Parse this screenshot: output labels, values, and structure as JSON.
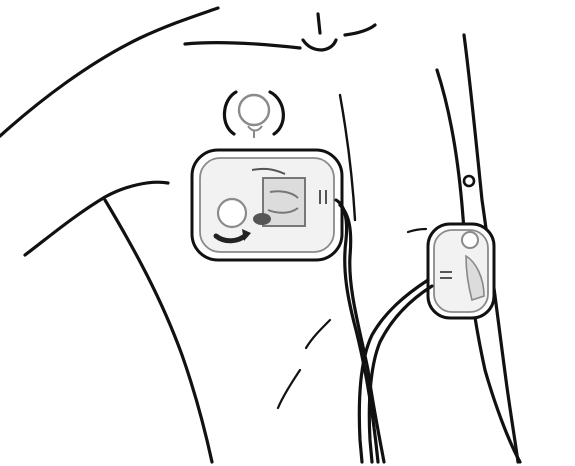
{
  "illustration": {
    "subject": "aed-electrode-pad-placement",
    "colors": {
      "background": "#ffffff",
      "ink": "#111111",
      "pad_fill": "#e6e6e6",
      "pad_border": "#7a7a7a",
      "pad_icon": "#9a9a9a",
      "icon_dark": "#333333",
      "cable": "#111111"
    },
    "elements": [
      "torso-outline",
      "nipple-marker-icon",
      "upper-right-chest-pad",
      "lower-left-side-pad",
      "pad-cables",
      "placement-arrow-icon"
    ]
  }
}
